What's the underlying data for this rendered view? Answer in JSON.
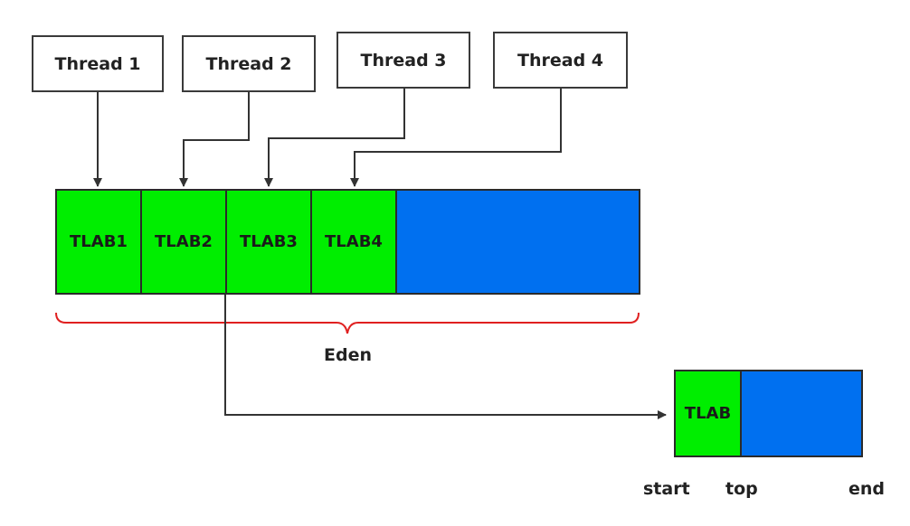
{
  "threads": [
    {
      "label": "Thread 1"
    },
    {
      "label": "Thread 2"
    },
    {
      "label": "Thread 3"
    },
    {
      "label": "Thread 4"
    }
  ],
  "eden": {
    "tlabs": [
      {
        "label": "TLAB1"
      },
      {
        "label": "TLAB2"
      },
      {
        "label": "TLAB3"
      },
      {
        "label": "TLAB4"
      }
    ],
    "brace_label": "Eden"
  },
  "tlab_detail": {
    "label": "TLAB",
    "markers": {
      "start": "start",
      "top": "top",
      "end": "end"
    }
  },
  "colors": {
    "tlab_fill": "#00ee00",
    "free_fill": "#0070f0",
    "brace": "#e02020",
    "line": "#333333"
  }
}
